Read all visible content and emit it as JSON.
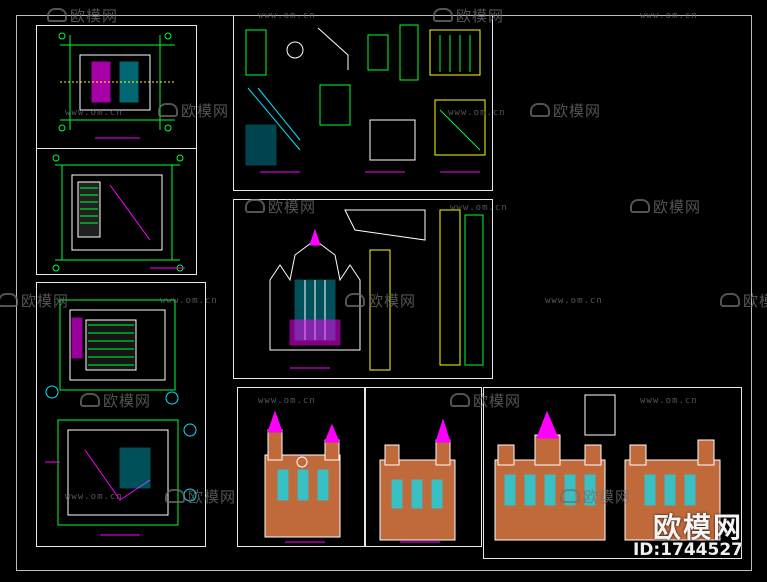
{
  "watermark": {
    "brand_text": "欧模网",
    "site_text": "www.om.cn",
    "id_text": "ID:1744527"
  },
  "colors": {
    "background": "#000000",
    "frame": "#e8e8e8",
    "cad_green": "#00ff33",
    "cad_magenta": "#ff00ff",
    "cad_cyan": "#00e5ff",
    "cad_yellow": "#ffff00",
    "cad_white": "#ffffff",
    "facade_fill": "#c0693a",
    "watermark_gray": "#707070"
  },
  "sheets": [
    {
      "name": "sheet-plan-first-floor",
      "kind": "plan"
    },
    {
      "name": "sheet-plan-second-floor",
      "kind": "plan"
    },
    {
      "name": "sheet-stair-details",
      "kind": "details"
    },
    {
      "name": "sheet-plan-third-floor",
      "kind": "plan"
    },
    {
      "name": "sheet-section-elevation",
      "kind": "section"
    },
    {
      "name": "sheet-front-elevation",
      "kind": "elevation"
    },
    {
      "name": "sheet-side-elevation",
      "kind": "elevation"
    },
    {
      "name": "sheet-rear-elevations",
      "kind": "elevation"
    }
  ]
}
